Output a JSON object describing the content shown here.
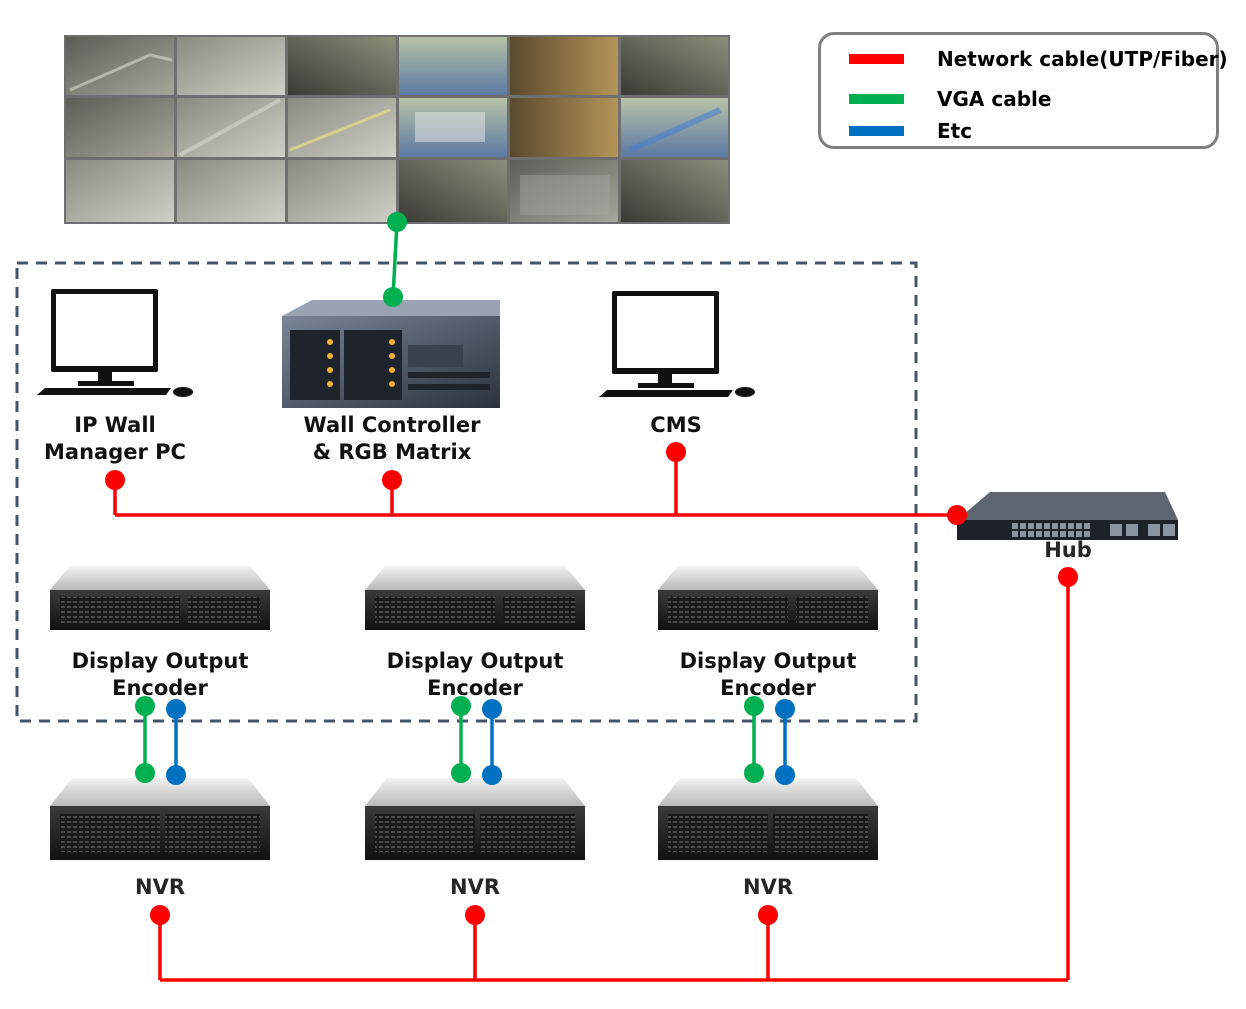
{
  "legend": {
    "items": [
      {
        "label": "Network cable(UTP/Fiber)",
        "color": "#ff0000"
      },
      {
        "label": "VGA cable",
        "color": "#00b050"
      },
      {
        "label": "Etc",
        "color": "#0070c0"
      }
    ]
  },
  "nodes": {
    "ip_wall_pc": {
      "line1": "IP Wall",
      "line2": "Manager PC"
    },
    "wall_controller": {
      "line1": "Wall Controller",
      "line2": "& RGB Matrix"
    },
    "cms": {
      "line1": "CMS"
    },
    "hub": {
      "line1": "Hub"
    },
    "encoder_1": {
      "line1": "Display Output",
      "line2": "Encoder"
    },
    "encoder_2": {
      "line1": "Display Output",
      "line2": "Encoder"
    },
    "encoder_3": {
      "line1": "Display Output",
      "line2": "Encoder"
    },
    "nvr_1": {
      "line1": "NVR"
    },
    "nvr_2": {
      "line1": "NVR"
    },
    "nvr_3": {
      "line1": "NVR"
    }
  },
  "colors": {
    "network": "#ff0000",
    "vga": "#00b050",
    "etc": "#0070c0",
    "boundary": "#44546a"
  },
  "icons": {
    "video_wall": "video-wall-icon",
    "pc": "desktop-pc-icon",
    "controller": "wall-controller-icon",
    "hub": "network-switch-icon",
    "encoder": "rack-server-icon",
    "nvr": "nvr-server-icon"
  }
}
